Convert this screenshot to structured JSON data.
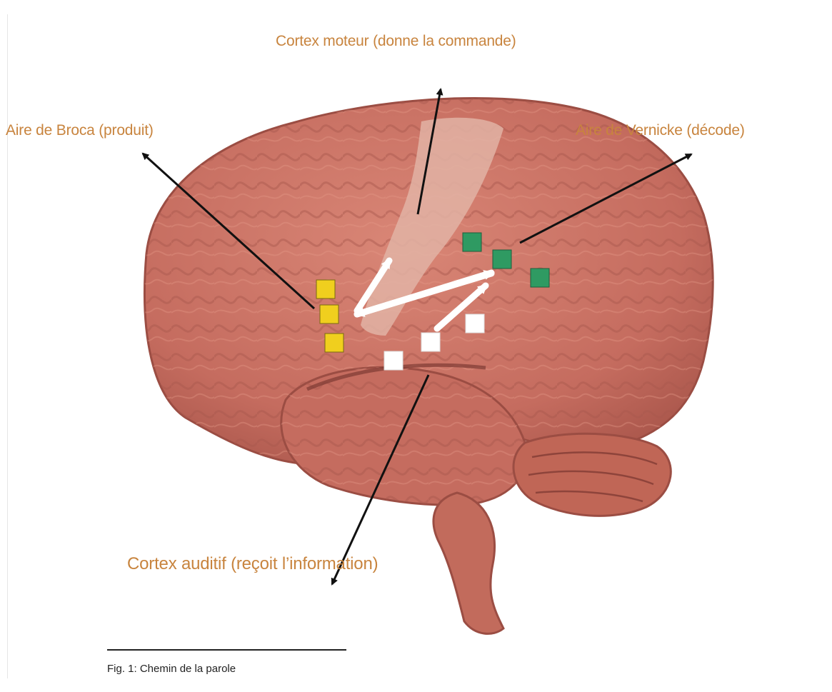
{
  "labels": {
    "motor_cortex": "Cortex moteur (donne la commande)",
    "broca": "Aire de Broca (produit)",
    "wernicke": "Aire de Vernicke (décode)",
    "auditory_cortex": "Cortex auditif (reçoit l’information)"
  },
  "caption": "Fig. 1: Chemin de la parole",
  "colors": {
    "label_text": "#c8843e",
    "brain": "#c87366",
    "brain_shadow": "#9b4d43",
    "motor_strip": "#e2b3a5",
    "broca_markers": "#f0cf1e",
    "wernicke_markers": "#2f9a62",
    "auditory_markers": "#ffffff",
    "arrows": "#111111"
  }
}
